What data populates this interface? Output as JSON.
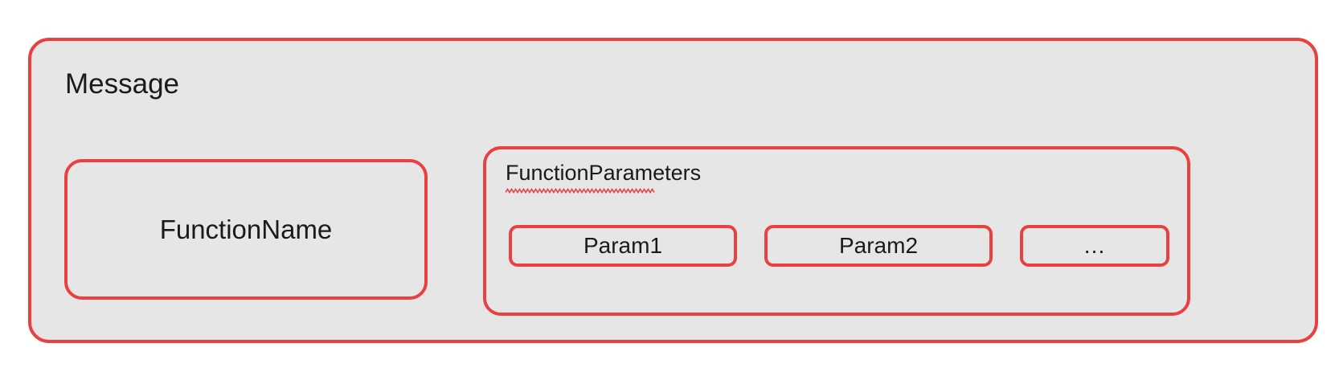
{
  "diagram": {
    "type": "nested-box-structure",
    "background_color": "#FFFFFF",
    "box_fill_color": "#E6E6E6",
    "border_color": "#E8413F",
    "text_color": "#1A1A1A",
    "outer": {
      "label": "Message"
    },
    "children": [
      {
        "name": "function-name",
        "label": "FunctionName"
      },
      {
        "name": "function-parameters",
        "label": "FunctionParameters",
        "spellcheck_underline": true,
        "params": [
          {
            "label": "Param1"
          },
          {
            "label": "Param2"
          },
          {
            "label": "…"
          }
        ]
      }
    ]
  }
}
